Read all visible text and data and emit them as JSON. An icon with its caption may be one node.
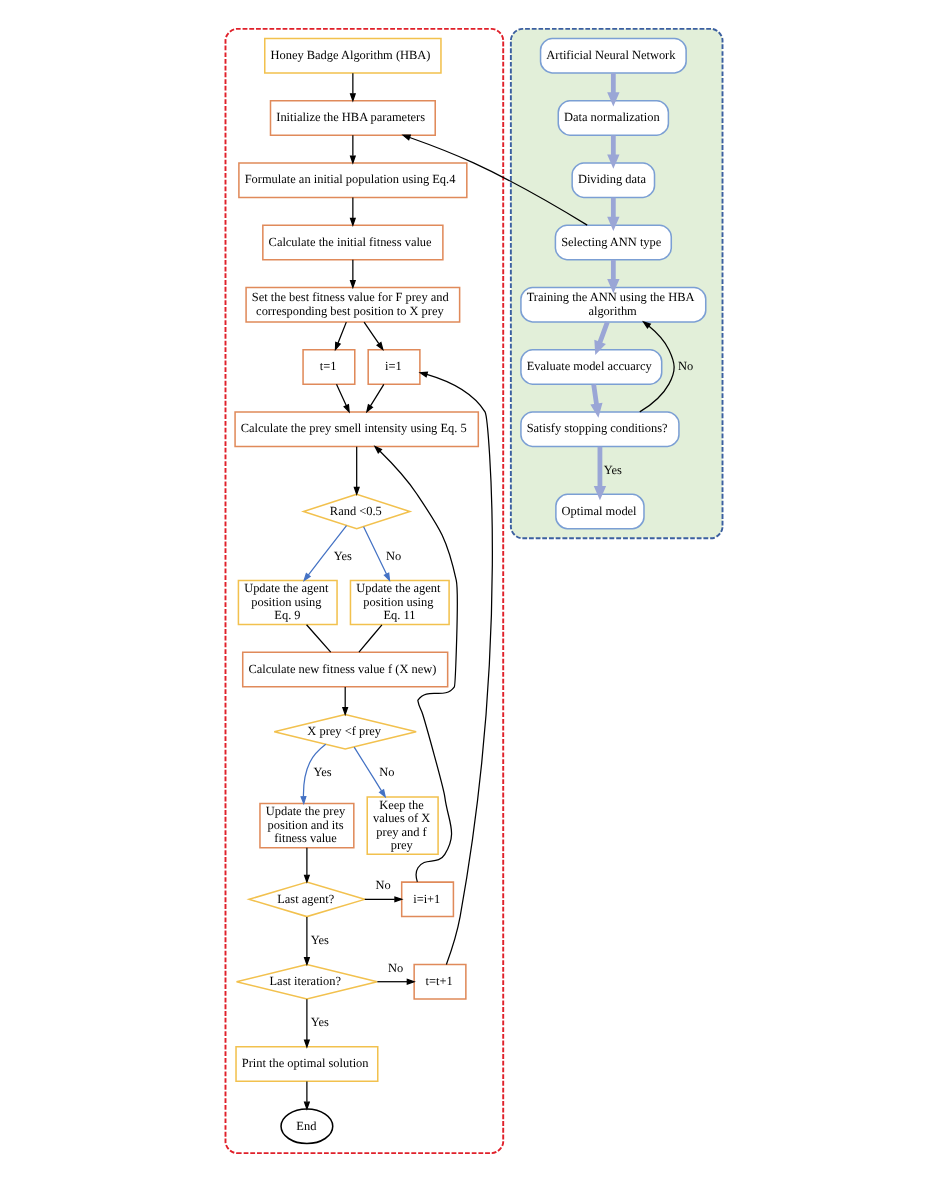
{
  "diagram": {
    "nodes": [
      {
        "text": [],
        "shape": "box"
      },
      {
        "text": [
          "Honey Badge Algorithm (HBA)"
        ],
        "in": 0
      },
      {
        "text": [
          "Initialize the HBA parameters"
        ],
        "in": 0
      },
      {
        "text": [
          "Formulate an initial population using Eq.4"
        ],
        "in": 0
      },
      {
        "text": [
          "Calculate the initial fitness value"
        ],
        "in": 0
      },
      {
        "text": [
          "Set the best fitness value for F prey and corresponding best position to X prey"
        ],
        "in": 0
      },
      {
        "text": [
          "t=1"
        ],
        "in": 0
      },
      {
        "text": [
          "i=1"
        ],
        "in": 0
      },
      {
        "text": [
          "Calculate the prey smell intensity using Eq. 5"
        ],
        "in": 0
      },
      {
        "text": [
          "Rand <0.5"
        ],
        "in": 0
      },
      {
        "text": [
          "Update the agent position using Eq. 9"
        ],
        "in": 0
      },
      {
        "text": [
          "Update the agent position using Eq. 11"
        ],
        "in": 0
      },
      {
        "text": [
          "Calculate new fitness value f (X new)"
        ],
        "in": 0
      },
      {
        "text": [
          "X prey <f prey"
        ],
        "in": 0
      },
      {
        "text": [
          "Update the prey position and its fitness value"
        ],
        "in": 0
      },
      {
        "text": [
          "Keep the values of X prey and f prey"
        ],
        "in": 0
      },
      {
        "text": [
          "Last agent?"
        ],
        "in": 0
      },
      {
        "text": [
          "i=i+1"
        ],
        "in": 0
      },
      {
        "text": [
          "Last iteration?"
        ],
        "in": 0
      },
      {
        "text": [
          "t=t+1"
        ],
        "in": 0
      },
      {
        "text": [
          "Print the optimal solution"
        ],
        "in": 0
      },
      {
        "text": [
          "End"
        ],
        "in": 0
      },
      {
        "text": [],
        "shape": "box"
      },
      {
        "text": [
          "Artificial Neural Network"
        ],
        "in": 22
      },
      {
        "text": [
          "Data normalization"
        ],
        "in": 22
      },
      {
        "text": [
          "Dividing data"
        ],
        "in": 22
      },
      {
        "text": [
          "Selecting ANN type"
        ],
        "in": 22
      },
      {
        "text": [
          "Training the ANN using the HBA algorithm"
        ],
        "in": 22
      },
      {
        "text": [
          "Evaluate model accuarcy"
        ],
        "in": 22
      },
      {
        "text": [
          "Satisfy stopping conditions?"
        ],
        "in": 22
      },
      {
        "text": [
          "Optimal model"
        ],
        "in": 22
      }
    ],
    "edges": [
      {
        "from": 1,
        "to": 2,
        "arrow": "to"
      },
      {
        "from": 2,
        "to": 3,
        "arrow": "to"
      },
      {
        "from": 3,
        "to": 4,
        "arrow": "to"
      },
      {
        "from": 4,
        "to": 5,
        "arrow": "to"
      },
      {
        "from": 5,
        "to": 6,
        "arrow": "to"
      },
      {
        "from": 5,
        "to": 7,
        "arrow": "to"
      },
      {
        "from": 6,
        "to": 8,
        "arrow": "to"
      },
      {
        "from": 7,
        "to": 8,
        "arrow": "to"
      },
      {
        "from": 8,
        "to": 9,
        "arrow": "to"
      },
      {
        "from": 9,
        "to": 10,
        "arrow": "to",
        "label": "Yes",
        "color": "#4472c4"
      },
      {
        "from": 9,
        "to": 11,
        "arrow": "to",
        "label": "No",
        "color": "#4472c4"
      },
      {
        "from": 10,
        "to": 12,
        "arrow": "none"
      },
      {
        "from": 11,
        "to": 12,
        "arrow": "none"
      },
      {
        "from": 12,
        "to": 13,
        "arrow": "to"
      },
      {
        "from": 13,
        "to": 14,
        "arrow": "to",
        "label": "Yes",
        "color": "#4472c4"
      },
      {
        "from": 13,
        "to": 15,
        "arrow": "to",
        "label": "No",
        "color": "#4472c4"
      },
      {
        "from": 14,
        "to": 16,
        "arrow": "to"
      },
      {
        "from": 16,
        "to": 17,
        "arrow": "to",
        "label": "No"
      },
      {
        "from": 17,
        "to": 8,
        "arrow": "to"
      },
      {
        "from": 16,
        "to": 18,
        "arrow": "to",
        "label": "Yes"
      },
      {
        "from": 18,
        "to": 19,
        "arrow": "to",
        "label": "No"
      },
      {
        "from": 19,
        "to": 7,
        "arrow": "to"
      },
      {
        "from": 18,
        "to": 20,
        "arrow": "to",
        "label": "Yes"
      },
      {
        "from": 20,
        "to": 21,
        "arrow": "to"
      },
      {
        "from": 23,
        "to": 24,
        "arrow": "to",
        "style": "thick",
        "color": "#9aa6d6"
      },
      {
        "from": 24,
        "to": 25,
        "arrow": "to",
        "style": "thick",
        "color": "#9aa6d6"
      },
      {
        "from": 25,
        "to": 26,
        "arrow": "to",
        "style": "thick",
        "color": "#9aa6d6"
      },
      {
        "from": 26,
        "to": 2,
        "arrow": "to"
      },
      {
        "from": 26,
        "to": 27,
        "arrow": "to",
        "style": "thick",
        "color": "#9aa6d6"
      },
      {
        "from": 27,
        "to": 28,
        "arrow": "to",
        "style": "thick",
        "color": "#9aa6d6"
      },
      {
        "from": 28,
        "to": 29,
        "arrow": "to",
        "style": "thick",
        "color": "#9aa6d6"
      },
      {
        "from": 29,
        "to": 27,
        "arrow": "to",
        "label": "No"
      },
      {
        "from": 29,
        "to": 30,
        "arrow": "to",
        "label": "Yes",
        "style": "thick",
        "color": "#9aa6d6"
      }
    ]
  }
}
